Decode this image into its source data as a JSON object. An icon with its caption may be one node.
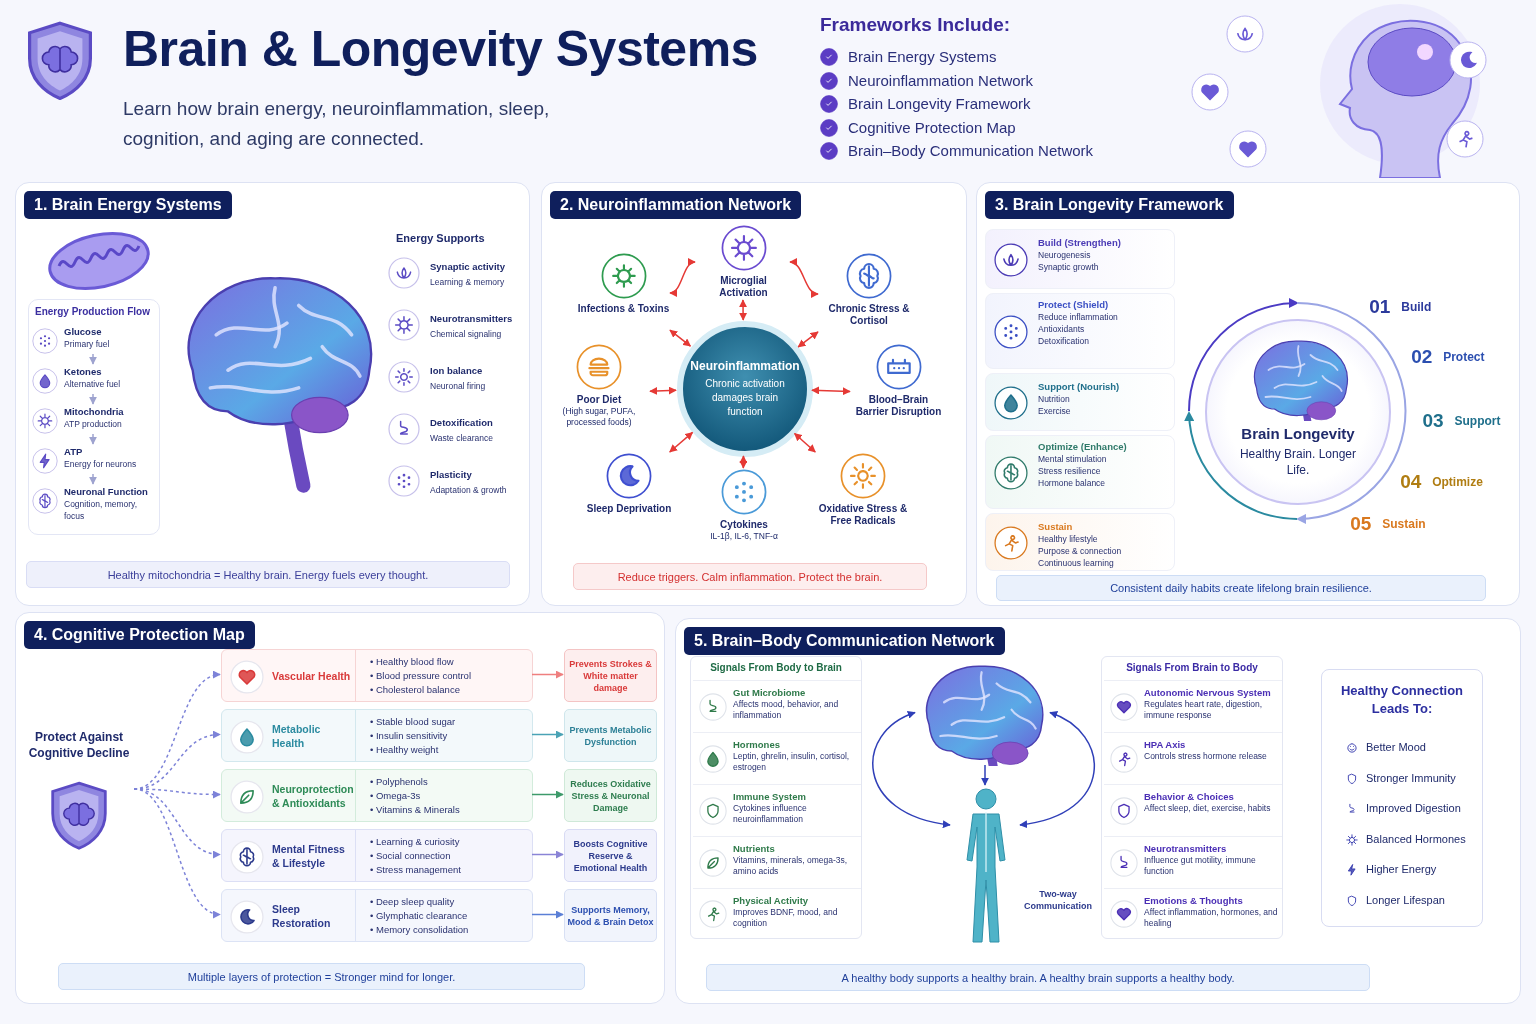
{
  "diagram": {
    "title": "Brain & Longevity Systems",
    "nodes": [
      {
        "text": [
          "1. Brain Energy Systems"
        ]
      },
      {
        "text": [
          "Energy Production Flow"
        ],
        "in": 0
      },
      {
        "text": [
          "Glucose",
          "Primary fuel"
        ],
        "in": 1
      },
      {
        "text": [
          "Ketones",
          "Alternative fuel"
        ],
        "in": 1
      },
      {
        "text": [
          "Mitochondria",
          "ATP production"
        ],
        "in": 1
      },
      {
        "text": [
          "ATP",
          "Energy for neurons"
        ],
        "in": 1
      },
      {
        "text": [
          "Neuronal Function",
          "Cognition, memory, focus"
        ],
        "in": 1
      },
      {
        "text": [
          "Healthy mitochondria = Healthy brain. Energy fuels every thought."
        ],
        "in": 0
      },
      {
        "text": [
          "2. Neuroinflammation Network"
        ]
      },
      {
        "text": [
          "Neuroinflammation",
          "Chronic activation damages brain function"
        ],
        "in": 8
      },
      {
        "text": [
          "Microglial Activation"
        ],
        "in": 8
      },
      {
        "text": [
          "Infections & Toxins"
        ],
        "in": 8
      },
      {
        "text": [
          "Chronic Stress & Cortisol"
        ],
        "in": 8
      },
      {
        "text": [
          "Poor Diet",
          "(High sugar, PUFA, processed foods)"
        ],
        "in": 8
      },
      {
        "text": [
          "Blood–Brain Barrier Disruption"
        ],
        "in": 8
      },
      {
        "text": [
          "Sleep Deprivation"
        ],
        "in": 8
      },
      {
        "text": [
          "Cytokines",
          "IL-1β, IL-6, TNF-α"
        ],
        "in": 8
      },
      {
        "text": [
          "Oxidative Stress & Free Radicals"
        ],
        "in": 8
      },
      {
        "text": [
          "Reduce triggers. Calm inflammation. Protect the brain."
        ],
        "in": 8
      },
      {
        "text": [
          "3. Brain Longevity Framework"
        ]
      },
      {
        "text": [
          "Build (Strengthen)",
          "Neurogenesis",
          "Synaptic growth"
        ],
        "in": 19
      },
      {
        "text": [
          "Protect (Shield)",
          "Reduce inflammation",
          "Antioxidants",
          "Detoxification"
        ],
        "in": 19
      },
      {
        "text": [
          "Support (Nourish)",
          "Nutrition",
          "Exercise"
        ],
        "in": 19
      },
      {
        "text": [
          "Optimize (Enhance)",
          "Mental stimulation",
          "Stress resilience",
          "Hormone balance"
        ],
        "in": 19
      },
      {
        "text": [
          "Sustain",
          "Healthy lifestyle",
          "Purpose & connection",
          "Continuous learning"
        ],
        "in": 19
      },
      {
        "text": [
          "Brain Longevity",
          "Healthy Brain. Longer Life."
        ],
        "in": 19
      },
      {
        "text": [
          "Consistent daily habits create lifelong brain resilience."
        ],
        "in": 19
      },
      {
        "text": [
          "4. Cognitive Protection Map"
        ]
      },
      {
        "text": [
          "Protect Against Cognitive Decline"
        ],
        "in": 27
      },
      {
        "text": [
          "Vascular Health",
          "• Healthy blood flow",
          "• Blood pressure control",
          "• Cholesterol balance"
        ],
        "in": 27
      },
      {
        "text": [
          "Metabolic Health",
          "• Stable blood sugar",
          "• Insulin sensitivity",
          "• Healthy weight"
        ],
        "in": 27
      },
      {
        "text": [
          "Neuroprotection & Antioxidants",
          "• Polyphenols",
          "• Omega-3s",
          "• Vitamins & Minerals"
        ],
        "in": 27
      },
      {
        "text": [
          "Mental Fitness & Lifestyle",
          "• Learning & curiosity",
          "• Social connection",
          "• Stress management"
        ],
        "in": 27
      },
      {
        "text": [
          "Sleep Restoration",
          "• Deep sleep quality",
          "• Glymphatic clearance",
          "• Memory consolidation"
        ],
        "in": 27
      },
      {
        "text": [
          "Prevents Strokes & White matter damage"
        ],
        "in": 27
      },
      {
        "text": [
          "Prevents Metabolic Dysfunction"
        ],
        "in": 27
      },
      {
        "text": [
          "Reduces Oxidative Stress & Neuronal Damage"
        ],
        "in": 27
      },
      {
        "text": [
          "Boosts Cognitive Reserve & Emotional Health"
        ],
        "in": 27
      },
      {
        "text": [
          "Supports Memory, Mood & Brain Detox"
        ],
        "in": 27
      },
      {
        "text": [
          "Multiple layers of protection = Stronger mind for longer."
        ],
        "in": 27
      },
      {
        "text": [
          "5. Brain–Body Communication Network"
        ]
      },
      {
        "text": [
          "Signals From Body to Brain"
        ],
        "in": 40
      },
      {
        "text": [
          "Gut Microbiome",
          "Affects mood, behavior, and inflammation"
        ],
        "in": 41
      },
      {
        "text": [
          "Hormones",
          "Leptin, ghrelin, insulin, cortisol, estrogen"
        ],
        "in": 41
      },
      {
        "text": [
          "Immune System",
          "Cytokines influence neuroinflammation"
        ],
        "in": 41
      },
      {
        "text": [
          "Nutrients",
          "Vitamins, minerals, omega-3s, amino acids"
        ],
        "in": 41
      },
      {
        "text": [
          "Physical Activity",
          "Improves BDNF, mood, and cognition"
        ],
        "in": 41
      },
      {
        "text": [],
        "shape": "picture",
        "in": 40
      },
      {
        "text": [],
        "shape": "picture",
        "in": 40
      },
      {
        "text": [
          "Signals From Brain to Body"
        ],
        "in": 40
      },
      {
        "text": [
          "Autonomic Nervous System",
          "Regulates heart rate, digestion, immune response"
        ],
        "in": 49
      },
      {
        "text": [
          "HPA Axis",
          "Controls stress hormone release"
        ],
        "in": 49
      },
      {
        "text": [
          "Behavior & Choices",
          "Affect sleep, diet, exercise, habits"
        ],
        "in": 49
      },
      {
        "text": [
          "Neurotransmitters",
          "Influence gut motility, immune function"
        ],
        "in": 49
      },
      {
        "text": [
          "Emotions & Thoughts",
          "Affect inflammation, hormones, and healing"
        ],
        "in": 49
      },
      {
        "text": [
          "Healthy Connection Leads To:",
          "Better Mood",
          "Stronger Immunity",
          "Improved Digestion",
          "Balanced Hormones",
          "Higher Energy",
          "Longer Lifespan"
        ],
        "in": 40
      },
      {
        "text": [
          "A healthy body supports a healthy brain. A healthy brain supports a healthy body."
        ],
        "in": 40
      }
    ],
    "edges": [
      {
        "from": 2,
        "to": 3,
        "arrow": "to",
        "color": "#9ea3cf"
      },
      {
        "from": 3,
        "to": 4,
        "arrow": "to",
        "color": "#9ea3cf"
      },
      {
        "from": 4,
        "to": 5,
        "arrow": "to",
        "color": "#9ea3cf"
      },
      {
        "from": 5,
        "to": 6,
        "arrow": "to",
        "color": "#9ea3cf"
      },
      {
        "from": 10,
        "to": 9,
        "arrow": "both"
      },
      {
        "from": 11,
        "to": 9,
        "arrow": "both"
      },
      {
        "from": 12,
        "to": 9,
        "arrow": "both"
      },
      {
        "from": 13,
        "to": 9,
        "arrow": "both"
      },
      {
        "from": 14,
        "to": 9,
        "arrow": "both"
      },
      {
        "from": 15,
        "to": 9,
        "arrow": "both"
      },
      {
        "from": 16,
        "to": 9,
        "arrow": "both"
      },
      {
        "from": 17,
        "to": 9,
        "arrow": "both"
      },
      {
        "from": 11,
        "to": 10,
        "arrow": "both"
      },
      {
        "from": 10,
        "to": 12,
        "arrow": "both"
      },
      {
        "from": 28,
        "to": 29,
        "arrow": "to",
        "style": "dashed",
        "color": "#7d83d8"
      },
      {
        "from": 28,
        "to": 30,
        "arrow": "to",
        "style": "dashed",
        "color": "#7d83d8"
      },
      {
        "from": 28,
        "to": 31,
        "arrow": "to",
        "style": "dashed",
        "color": "#7d83d8"
      },
      {
        "from": 28,
        "to": 32,
        "arrow": "to",
        "style": "dashed",
        "color": "#7d83d8"
      },
      {
        "from": 28,
        "to": 33,
        "arrow": "to",
        "style": "dashed",
        "color": "#7d83d8"
      },
      {
        "from": 29,
        "to": 34,
        "arrow": "to",
        "color": "#ef7f7f"
      },
      {
        "from": 30,
        "to": 35,
        "arrow": "to",
        "color": "#4aa3b5"
      },
      {
        "from": 31,
        "to": 36,
        "arrow": "to",
        "color": "#3d9a6a"
      },
      {
        "from": 32,
        "to": 37,
        "arrow": "to",
        "color": "#8a84d6"
      },
      {
        "from": 33,
        "to": 38,
        "arrow": "to",
        "color": "#5b7fd6"
      },
      {
        "from": 47,
        "to": 48,
        "arrow": "to",
        "color": "#2f3fb8"
      },
      {
        "from": 47,
        "to": 48,
        "arrow": "both",
        "color": "#2f3fb8"
      },
      {
        "from": 47,
        "to": 48,
        "arrow": "both",
        "color": "#2f3fb8"
      }
    ],
    "labels": [
      "Learn how brain energy, neuroinflammation, sleep, cognition, and aging are connected.",
      "Frameworks Include:",
      "Brain Energy Systems",
      "Neuroinflammation Network",
      "Brain Longevity Framework",
      "Cognitive Protection Map",
      "Brain–Body Communication Network",
      "Energy Supports",
      "Synaptic activity",
      "Learning & memory",
      "Neurotransmitters",
      "Chemical signaling",
      "Ion balance",
      "Neuronal firing",
      "Detoxification",
      "Waste clearance",
      "Plasticity",
      "Adaptation & growth",
      "01",
      "Build",
      "02",
      "Protect",
      "03",
      "Support",
      "04",
      "Optimize",
      "05",
      "Sustain",
      "Two-way Communication"
    ]
  }
}
